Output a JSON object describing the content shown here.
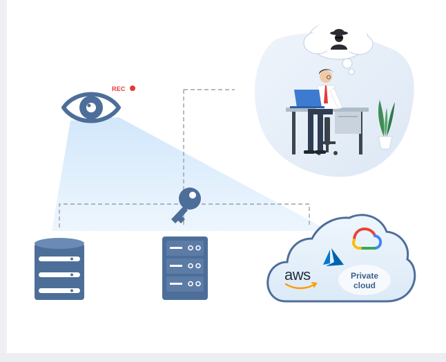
{
  "recording": {
    "label": "REC"
  },
  "cloud": {
    "aws_label": "aws",
    "private_label_line1": "Private",
    "private_label_line2": "cloud"
  },
  "colors": {
    "primary_blue": "#4d6e99",
    "light_blue": "#a8d4f5",
    "rec_red": "#e53935",
    "aws_orange": "#ff9900",
    "azure_blue": "#0078d4"
  },
  "icons": {
    "eye": "eye-icon",
    "key": "key-icon",
    "database": "database-icon",
    "server": "server-icon",
    "cloud": "cloud-icon",
    "hacker": "hacker-icon",
    "google_cloud": "google-cloud-icon",
    "azure": "azure-icon"
  }
}
